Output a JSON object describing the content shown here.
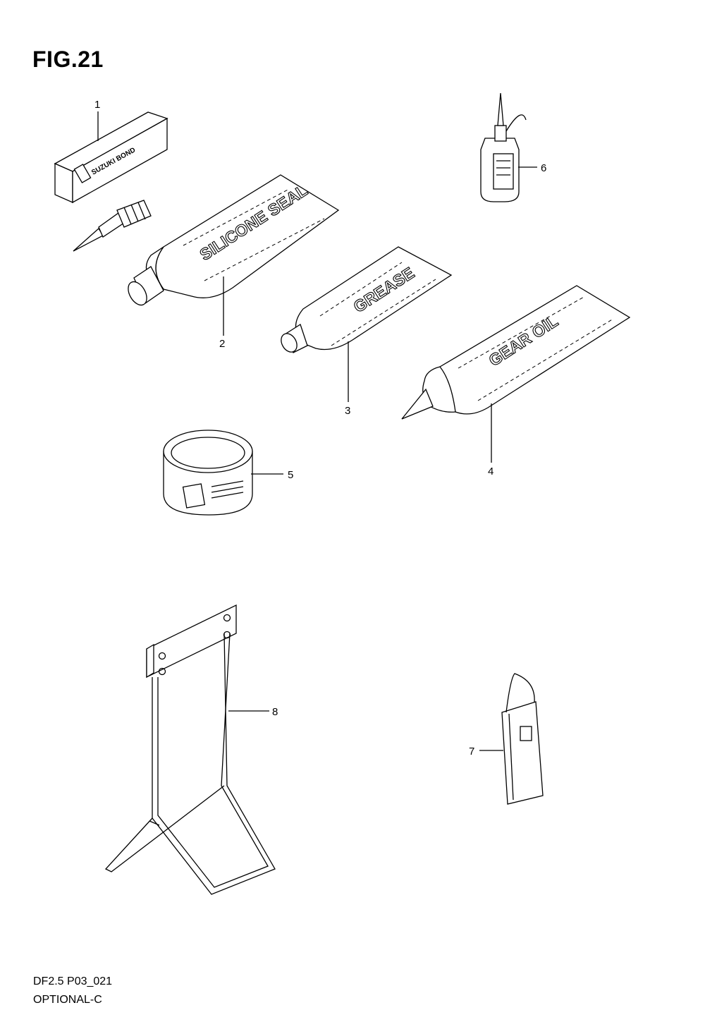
{
  "figure": {
    "title": "FIG.21",
    "code": "DF2.5 P03_021",
    "section": "OPTIONAL-C"
  },
  "callouts": [
    "1",
    "2",
    "3",
    "4",
    "5",
    "6",
    "7",
    "8"
  ],
  "part_labels": {
    "bond": "SUZUKI BOND",
    "silicone": "SILICONE SEAL",
    "grease": "GREASE",
    "gear_oil": "GEAR OIL"
  }
}
